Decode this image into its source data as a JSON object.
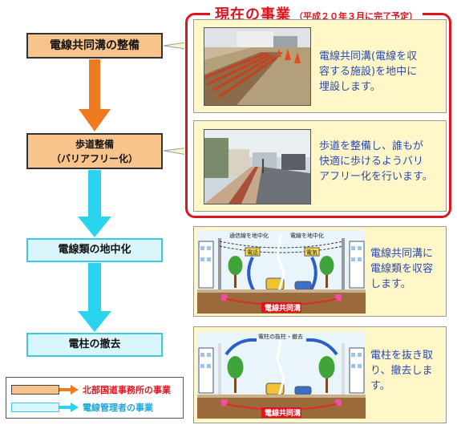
{
  "header": {
    "title": "現在の事業",
    "subtitle": "（平成２０年３月に完了予定）"
  },
  "steps": [
    {
      "label_line1": "電線共同溝の整備",
      "label_line2": ""
    },
    {
      "label_line1": "歩道整備",
      "label_line2": "（バリアフリー化）"
    },
    {
      "label_line1": "電線類の地中化",
      "label_line2": ""
    },
    {
      "label_line1": "電柱の撤去",
      "label_line2": ""
    }
  ],
  "panels": [
    {
      "text": "電線共同溝(電線を収\n容する施設)を地中に\n埋設します。",
      "image": "trench-construction-photo"
    },
    {
      "text": "歩道を整備し、誰もが\n快適に歩けるようバリ\nアフリー化を行います。",
      "image": "sidewalk-photo"
    },
    {
      "text": "電線共同溝に\n電線類を収容\nします。",
      "image": "undergrounding-illustration",
      "labels": {
        "comm": "通信線を地中化",
        "power": "電線を地中化",
        "tag_phone": "電話",
        "tag_elec": "電気",
        "ditch": "電線共同溝"
      }
    },
    {
      "text": "電柱を抜き取\nり、撤去します。",
      "image": "pole-removal-illustration",
      "labels": {
        "remove": "電柱の抜柱・撤去",
        "ditch": "電線共同溝"
      }
    }
  ],
  "legend": {
    "items": [
      {
        "label": "北部国道事務所の事業",
        "color": "#f9c48c",
        "arrow_color": "#f07a1e",
        "text_color": "#e0141e"
      },
      {
        "label": "電線管理者の事業",
        "color": "#d9f6fc",
        "arrow_color": "#2ad4ee",
        "text_color": "#1aa8d8"
      }
    ]
  },
  "colors": {
    "red_frame": "#e0141e",
    "orange_arrow": "#f07a1e",
    "cyan_arrow": "#2ad4ee",
    "panel_bg": "#fff7c8",
    "panel_text": "#2a4ab0"
  }
}
